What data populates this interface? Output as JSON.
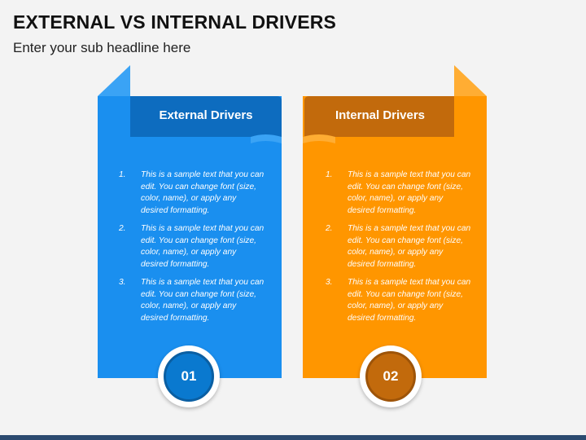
{
  "title": "EXTERNAL VS INTERNAL DRIVERS",
  "subtitle": "Enter your sub headline here",
  "colors": {
    "blue": "#1a8fef",
    "blue_dark": "#0d6cbf",
    "orange": "#ff9600",
    "orange_dark": "#c26a0c"
  },
  "cards": [
    {
      "header": "External Drivers",
      "badge": "01",
      "points": [
        {
          "num": "1.",
          "text": "This is a sample text that you can edit. You can change font (size, color, name), or apply any desired formatting."
        },
        {
          "num": "2.",
          "text": "This is a sample text that you can edit. You can change font (size, color, name), or apply any desired formatting."
        },
        {
          "num": "3.",
          "text": "This is a sample text that you can edit. You can change font (size, color, name), or apply any desired formatting."
        }
      ]
    },
    {
      "header": "Internal Drivers",
      "badge": "02",
      "points": [
        {
          "num": "1.",
          "text": "This is a sample text that you can edit. You can change font (size, color, name), or apply any desired formatting."
        },
        {
          "num": "2.",
          "text": "This is a sample text that you can edit. You can change font (size, color, name), or apply any desired formatting."
        },
        {
          "num": "3.",
          "text": "This is a sample text that you can edit. You can change font (size, color, name), or apply any desired formatting."
        }
      ]
    }
  ]
}
